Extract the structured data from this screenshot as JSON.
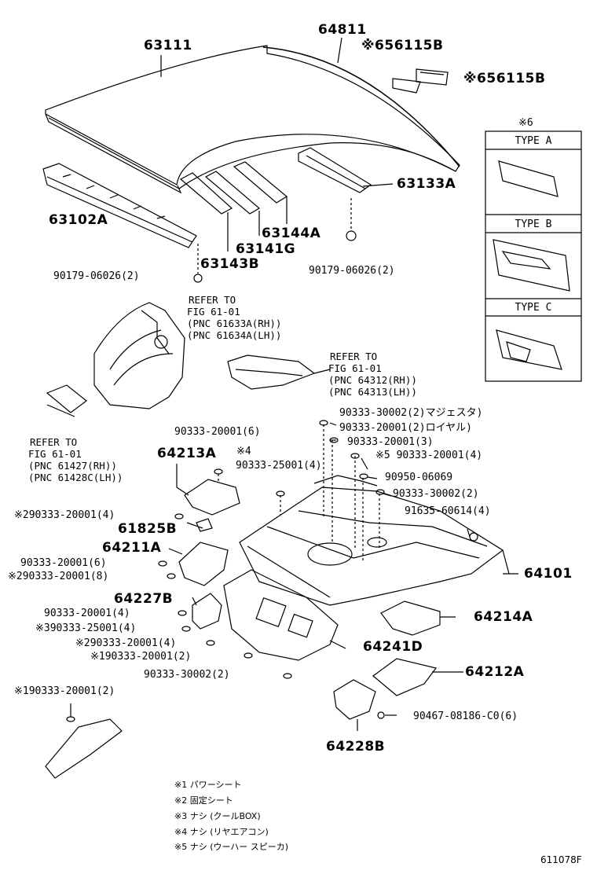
{
  "parts_top": {
    "p63111": "63111",
    "p64811": "64811",
    "p56115b_a_mark": "※6",
    "p56115b_a": "56115B",
    "p56115b_b_mark": "※6",
    "p56115b_b": "56115B",
    "p63133a": "63133A",
    "p63102a": "63102A",
    "p63144a": "63144A",
    "p63141g": "63141G",
    "p63143b": "63143B",
    "p90179_l": "90179-06026(2)",
    "p90179_r": "90179-06026(2)"
  },
  "types_box": {
    "mark": "※6",
    "type_a": "TYPE A",
    "type_b": "TYPE B",
    "type_c": "TYPE C"
  },
  "refs": {
    "ref1": [
      "REFER TO",
      "FIG 61-01",
      "(PNC 61633A(RH))",
      "(PNC 61634A(LH))"
    ],
    "ref2": [
      "REFER TO",
      "FIG 61-01",
      "(PNC 64312(RH))",
      "(PNC 64313(LH))"
    ],
    "ref3": [
      "REFER TO",
      "FIG 61-01",
      "(PNC 61427(RH))",
      "(PNC 61428C(LH))"
    ]
  },
  "parts_floor": {
    "p90333_30002_maj": "90333-30002(2)マジェスタ)",
    "p90333_20001_roy": "90333-20001(2)ロイヤル)",
    "p90333_20001_3": "90333-20001(3)",
    "p5_mark": "※5",
    "p90333_20001_4_5": "90333-20001(4)",
    "p90950": "90950-06069",
    "p90333_30002_2b": "90333-30002(2)",
    "p91635": "91635-60614(4)",
    "p64101": "64101",
    "p90333_20001_6": "90333-20001(6)",
    "p64213a": "64213A",
    "p4_mark": "※4",
    "p90333_25001_4": "90333-25001(4)",
    "p2a": "※290333-20001(4)",
    "p61825b": "61825B",
    "p64211a": "64211A",
    "p90333_20001_6b": "90333-20001(6)",
    "p2b": "※290333-20001(8)",
    "p64227b": "64227B",
    "p90333_20001_4b": "90333-20001(4)",
    "p3": "※390333-25001(4)",
    "p2c": "※290333-20001(4)",
    "p1a": "※190333-20001(2)",
    "p64241d": "64241D",
    "p90333_30002_2c": "90333-30002(2)",
    "p64214a": "64214A",
    "p64212a": "64212A",
    "p1b": "※190333-20001(2)",
    "p90467": "90467-08186-C0(6)",
    "p64228b": "64228B"
  },
  "legend": [
    "※1  パワーシート",
    "※2  固定シート",
    "※3  ナシ (クールBOX)",
    "※4  ナシ (リヤエアコン)",
    "※5  ナシ (ウーハー スピーカ)"
  ],
  "figure_code": "611078F"
}
